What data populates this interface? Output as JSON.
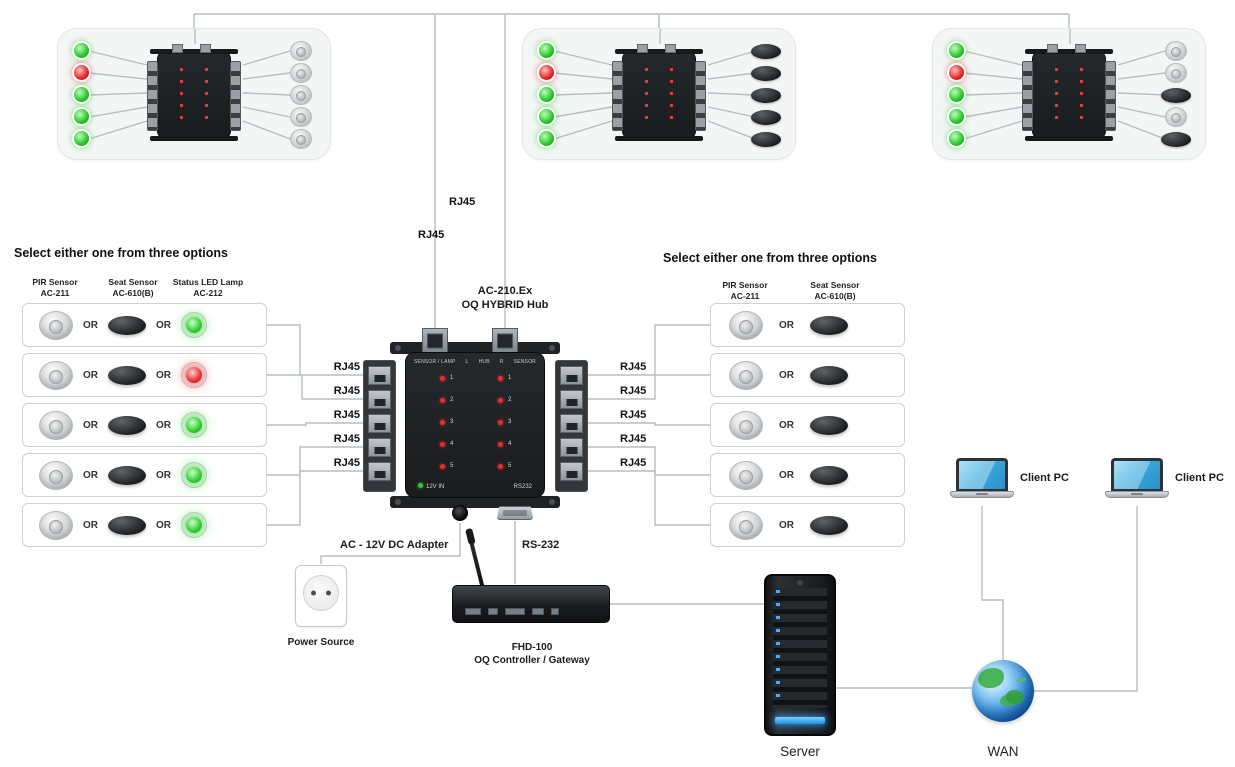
{
  "labels": {
    "rj45": "RJ45",
    "or": "OR"
  },
  "hub": {
    "model_line1": "AC-210.Ex",
    "model_line2": "OQ HYBRID Hub",
    "face": {
      "sensor_lamp": "SENSOR / LAMP",
      "l": "L",
      "hub": "HUB",
      "r": "R",
      "sensor": "SENSOR",
      "power": "12V IN",
      "rs232": "RS232"
    },
    "port_numbers": [
      "1",
      "2",
      "3",
      "4",
      "5"
    ]
  },
  "left_options": {
    "title": "Select either one from three options",
    "columns": [
      {
        "line1": "PIR Sensor",
        "line2": "AC-211"
      },
      {
        "line1": "Seat Sensor",
        "line2": "AC-610(B)"
      },
      {
        "line1": "Status LED Lamp",
        "line2": "AC-212"
      }
    ],
    "led_states": [
      "green",
      "red",
      "green",
      "green",
      "green"
    ]
  },
  "right_options": {
    "title": "Select either one from three options",
    "columns": [
      {
        "line1": "PIR Sensor",
        "line2": "AC-211"
      },
      {
        "line1": "Seat Sensor",
        "line2": "AC-610(B)"
      }
    ]
  },
  "top_panels": [
    {
      "leds": [
        "green",
        "red",
        "green",
        "green",
        "green"
      ],
      "sensors": [
        "dome",
        "dome",
        "dome",
        "dome",
        "dome"
      ]
    },
    {
      "leds": [
        "green",
        "red",
        "green",
        "green",
        "green"
      ],
      "sensors": [
        "oval",
        "oval",
        "oval",
        "oval",
        "oval"
      ]
    },
    {
      "leds": [
        "green",
        "red",
        "green",
        "green",
        "green"
      ],
      "sensors": [
        "dome",
        "dome",
        "oval",
        "dome",
        "oval"
      ]
    }
  ],
  "bottom": {
    "adapter": "AC - 12V DC Adapter",
    "rs232": "RS-232",
    "power_source": "Power Source",
    "gateway_line1": "FHD-100",
    "gateway_line2": "OQ Controller / Gateway",
    "server": "Server",
    "wan": "WAN",
    "client_pc": "Client PC"
  },
  "colors": {
    "led_green": "#27c427",
    "led_red": "#e22525",
    "wire": "#b7bdc3"
  }
}
